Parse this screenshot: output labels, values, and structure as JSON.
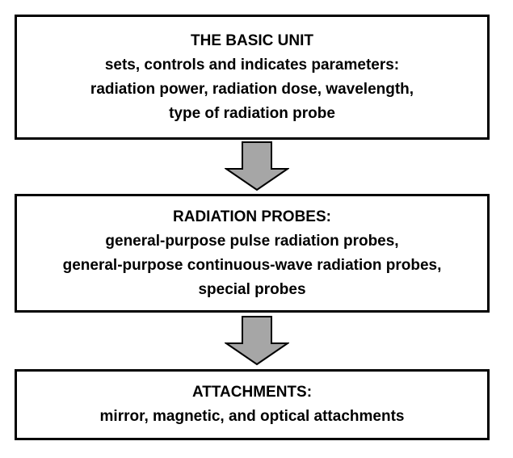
{
  "blocks": [
    {
      "title": "THE BASIC UNIT",
      "lines": [
        "sets, controls and indicates parameters:",
        "radiation power, radiation dose, wavelength,",
        "type of radiation probe"
      ]
    },
    {
      "title": "RADIATION PROBES:",
      "lines": [
        "general-purpose pulse radiation probes,",
        "general-purpose continuous-wave radiation probes,",
        "special probes"
      ]
    },
    {
      "title": "ATTACHMENTS:",
      "lines": [
        "mirror, magnetic, and optical attachments"
      ]
    }
  ],
  "colors": {
    "border": "#000000",
    "arrow_fill": "#a6a6a6",
    "arrow_stroke": "#000000"
  },
  "icons": [
    "down-arrow-icon",
    "down-arrow-icon"
  ]
}
